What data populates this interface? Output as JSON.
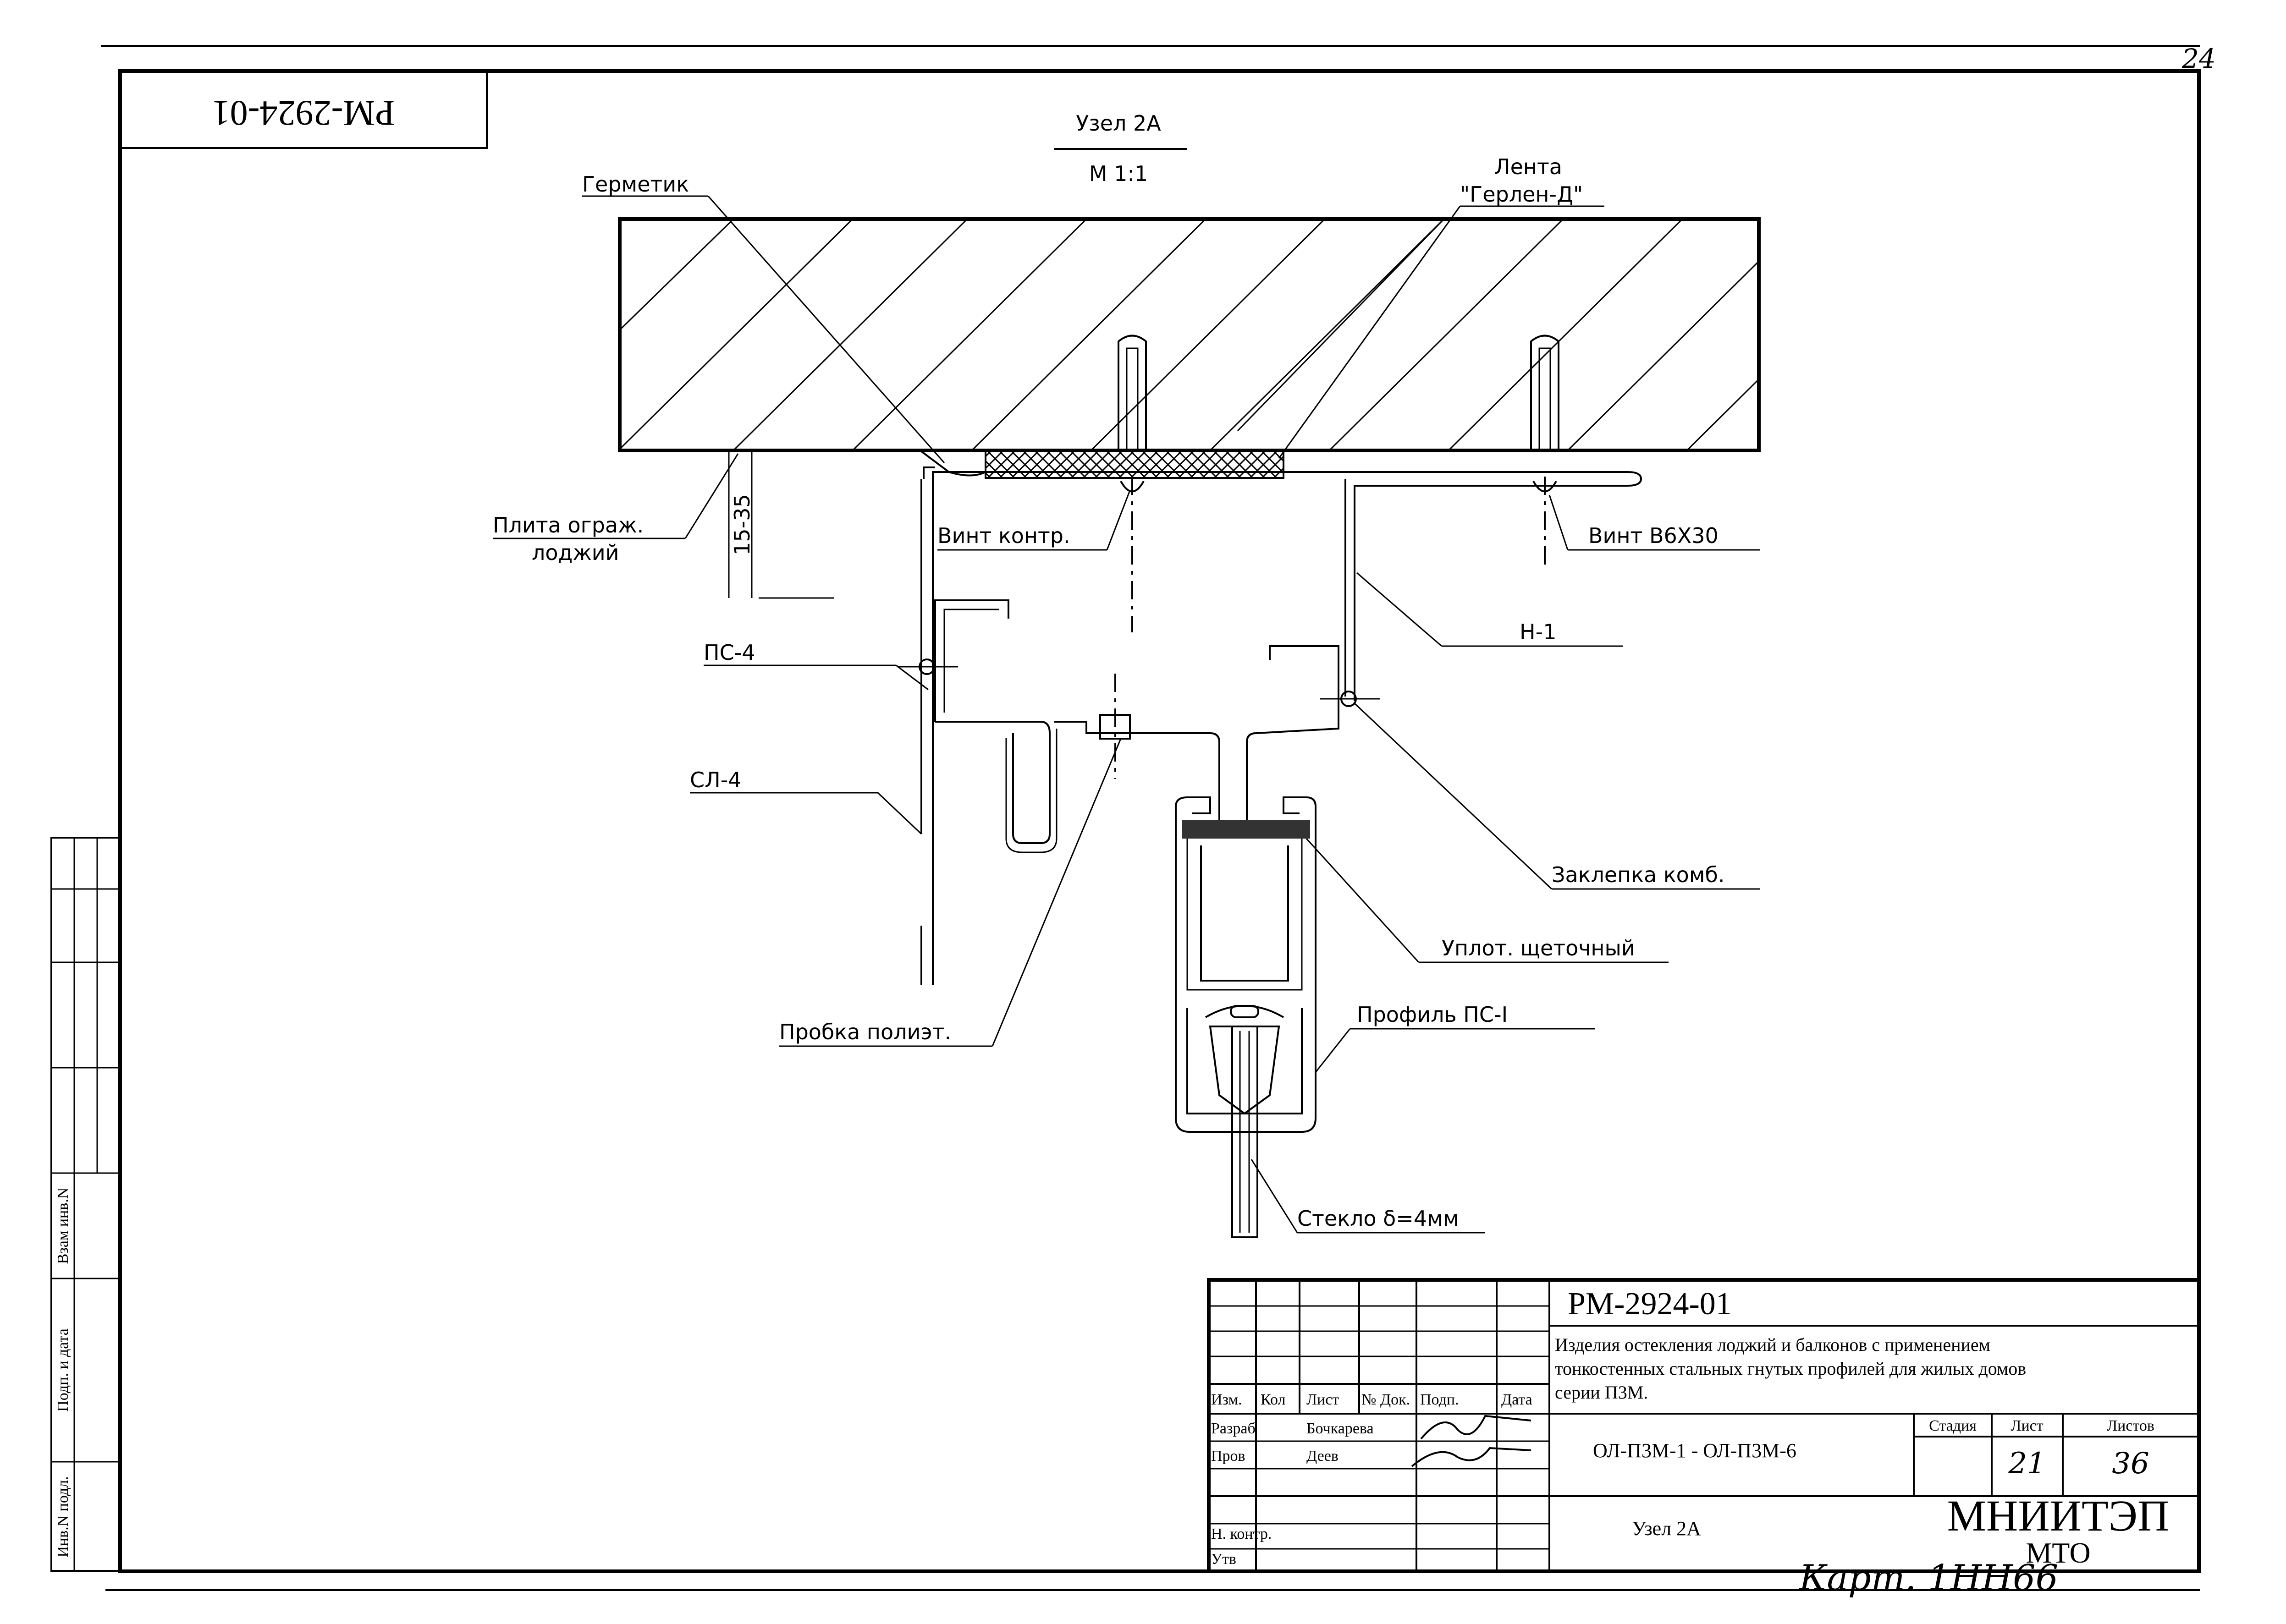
{
  "page_number": "24",
  "stamp_code_rotated": "PM-2924-01",
  "title": "Узел 2А",
  "scale": "М 1:1",
  "dimension": "15-35",
  "labels": {
    "germetik": "Герметик",
    "lenta_1": "Лента",
    "lenta_2": "\"Герлен-Д\"",
    "plita_1": "Плита ограж.",
    "plita_2": "лоджий",
    "vint_kontr": "Винт контр.",
    "vint_b6x30": "Винт В6Х30",
    "h1": "Н-1",
    "ps4": "ПС-4",
    "sl4": "СЛ-4",
    "zaklepka": "Заклепка комб.",
    "uplot": "Уплот. щеточный",
    "probka": "Пробка полиэт.",
    "profil": "Профиль ПС-I",
    "steklo": "Стекло δ=4мм"
  },
  "side_stamp": {
    "vzam": "Взам инв.N",
    "podp": "Подп. и дата",
    "inv": "Инв.N подл."
  },
  "title_block": {
    "code": "РМ-2924-01",
    "description_lines": [
      "Изделия остекления лоджий и балконов с применением",
      "тонкостенных стальных гнутых профилей для жилых домов",
      "серии П3М."
    ],
    "columns": [
      "Изм.",
      "Кол",
      "Лист",
      "№ Док.",
      "Подп.",
      "Дата"
    ],
    "rows": [
      {
        "role": "Разраб",
        "name": "Бочкарева"
      },
      {
        "role": "Пров",
        "name": "Деев"
      },
      {
        "role": "",
        "name": ""
      },
      {
        "role": "Н. контр.",
        "name": ""
      },
      {
        "role": "Утв",
        "name": ""
      }
    ],
    "designation": "ОЛ-П3М-1 - ОЛ-П3М-6",
    "stage_label": "Стадия",
    "sheet_label": "Лист",
    "sheets_label": "Листов",
    "sheet": "21",
    "sheets": "36",
    "node_name": "Узел 2А",
    "org_1": "МНИИТЭП",
    "org_2": "МТО",
    "handwritten": "Карт. 1НН66"
  }
}
